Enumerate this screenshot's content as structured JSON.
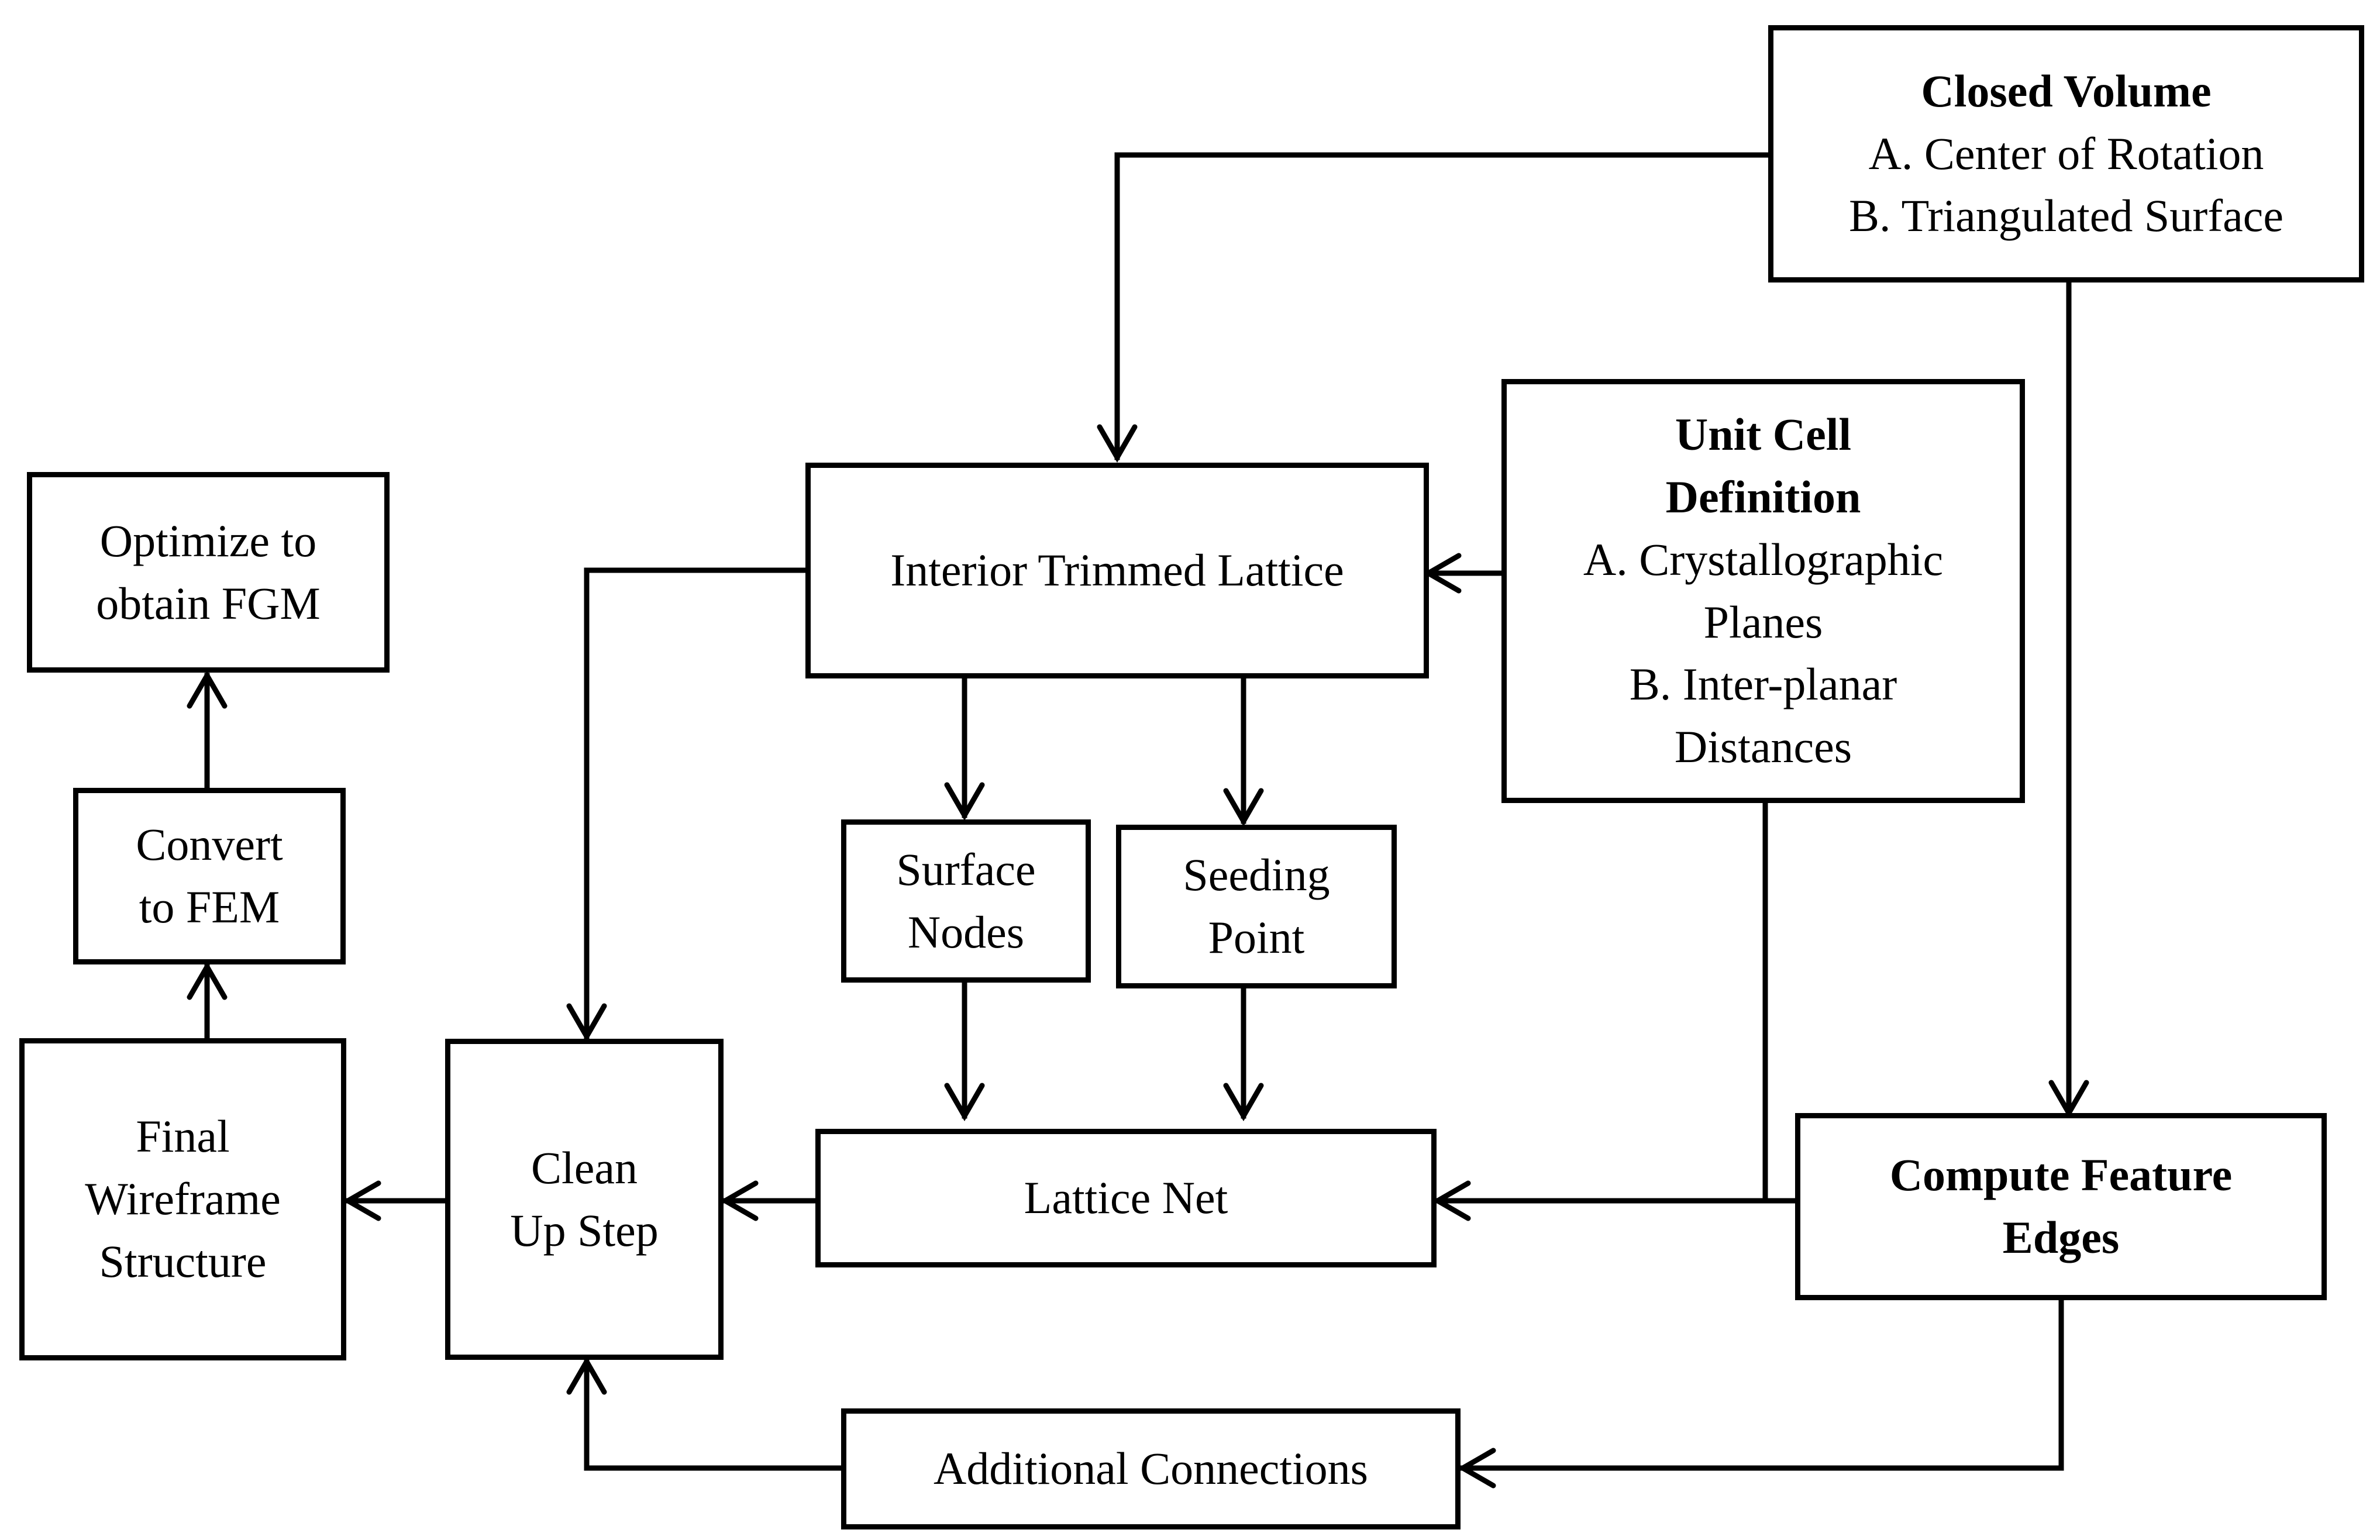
{
  "colors": {
    "stroke": "#000000",
    "background": "#ffffff"
  },
  "nodes": {
    "closed_volume": {
      "title": "Closed Volume",
      "line_a": "A. Center of Rotation",
      "line_b": "B. Triangulated Surface"
    },
    "unit_cell": {
      "title_1": "Unit Cell",
      "title_2": "Definition",
      "line_a1": "A. Crystallographic",
      "line_a2": "Planes",
      "line_b1": "B. Inter-planar",
      "line_b2": "Distances"
    },
    "interior_trimmed_lattice": {
      "label": "Interior Trimmed Lattice"
    },
    "surface_nodes": {
      "line_1": "Surface",
      "line_2": "Nodes"
    },
    "seeding_point": {
      "line_1": "Seeding",
      "line_2": "Point"
    },
    "lattice_net": {
      "label": "Lattice Net"
    },
    "compute_feature_edges": {
      "line_1": "Compute Feature",
      "line_2": "Edges"
    },
    "clean_up_step": {
      "line_1": "Clean",
      "line_2": "Up Step"
    },
    "final_wireframe": {
      "line_1": "Final",
      "line_2": "Wireframe",
      "line_3": "Structure"
    },
    "convert_fem": {
      "line_1": "Convert",
      "line_2": "to FEM"
    },
    "optimize_fgm": {
      "line_1": "Optimize to",
      "line_2": "obtain FGM"
    },
    "additional_connections": {
      "label": "Additional Connections"
    }
  }
}
